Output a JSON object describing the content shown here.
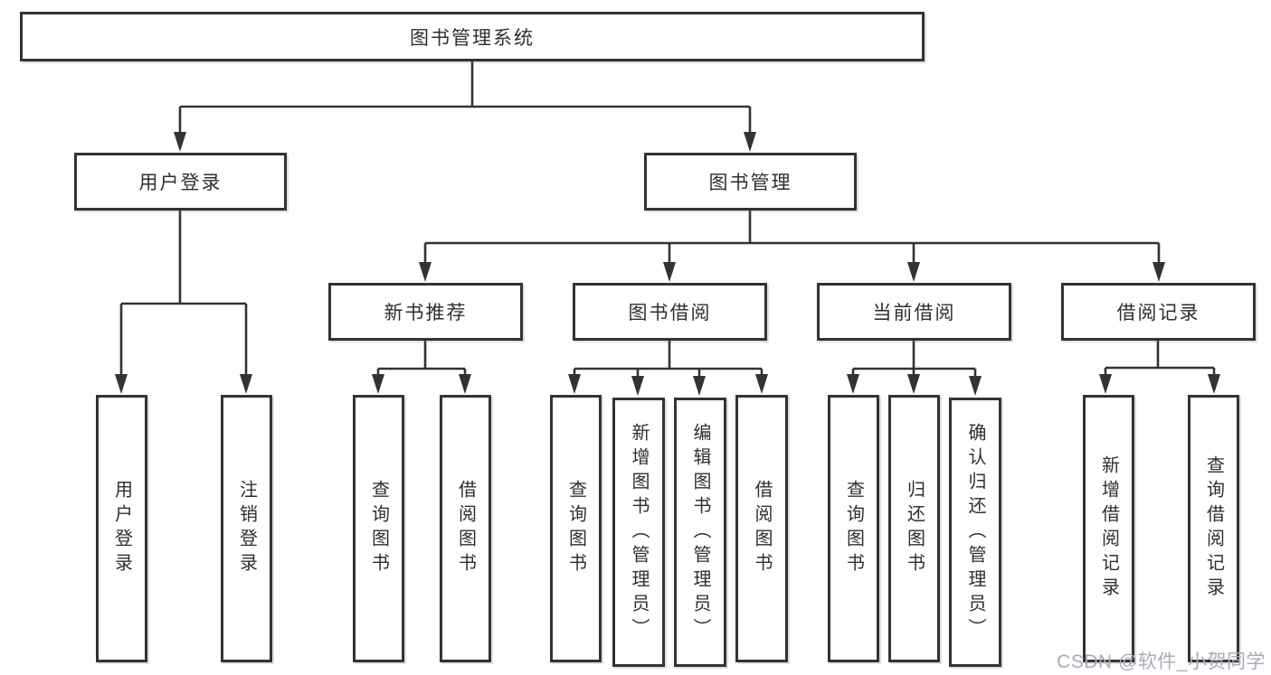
{
  "tree": {
    "root": {
      "label": "图书管理系统"
    },
    "branches": [
      {
        "label": "用户登录",
        "children": [
          {
            "label": "用户登录"
          },
          {
            "label": "注销登录"
          }
        ]
      },
      {
        "label": "图书管理",
        "children": [
          {
            "label": "新书推荐",
            "children": [
              {
                "label": "查询图书"
              },
              {
                "label": "借阅图书"
              }
            ]
          },
          {
            "label": "图书借阅",
            "children": [
              {
                "label": "查询图书"
              },
              {
                "label": "新增图书（管理员）"
              },
              {
                "label": "编辑图书（管理员）"
              },
              {
                "label": "借阅图书"
              }
            ]
          },
          {
            "label": "当前借阅",
            "children": [
              {
                "label": "查询图书"
              },
              {
                "label": "归还图书"
              },
              {
                "label": "确认归还（管理员）"
              }
            ]
          },
          {
            "label": "借阅记录",
            "children": [
              {
                "label": "新增借阅记录"
              },
              {
                "label": "查询借阅记录"
              }
            ]
          }
        ]
      }
    ]
  },
  "watermark": {
    "text": "CSDN @软件_小贺同学"
  },
  "colors": {
    "line": "#333333",
    "border": "#333333",
    "text": "#2f2f33",
    "background": "#ffffff",
    "watermark": "#a9abb8"
  }
}
